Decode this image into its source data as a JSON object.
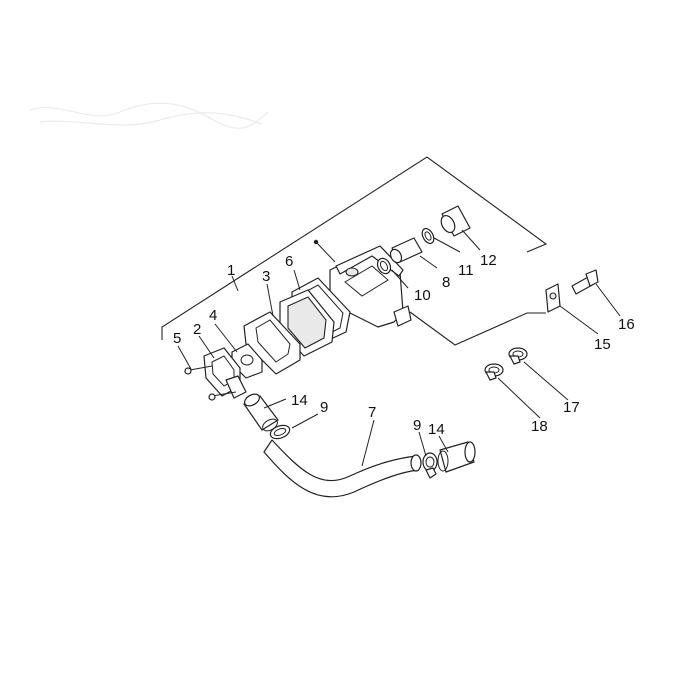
{
  "callouts": [
    {
      "id": "1",
      "text": "1"
    },
    {
      "id": "2",
      "text": "2"
    },
    {
      "id": "3",
      "text": "3"
    },
    {
      "id": "4",
      "text": "4"
    },
    {
      "id": "5",
      "text": "5"
    },
    {
      "id": "6",
      "text": "6"
    },
    {
      "id": "7",
      "text": "7"
    },
    {
      "id": "8",
      "text": "8"
    },
    {
      "id": "9a",
      "text": "9"
    },
    {
      "id": "9b",
      "text": "9"
    },
    {
      "id": "10",
      "text": "10"
    },
    {
      "id": "11",
      "text": "11"
    },
    {
      "id": "12",
      "text": "12"
    },
    {
      "id": "14a",
      "text": "14"
    },
    {
      "id": "14b",
      "text": "14"
    },
    {
      "id": "15",
      "text": "15"
    },
    {
      "id": "16",
      "text": "16"
    },
    {
      "id": "17",
      "text": "17"
    },
    {
      "id": "18",
      "text": "18"
    }
  ]
}
